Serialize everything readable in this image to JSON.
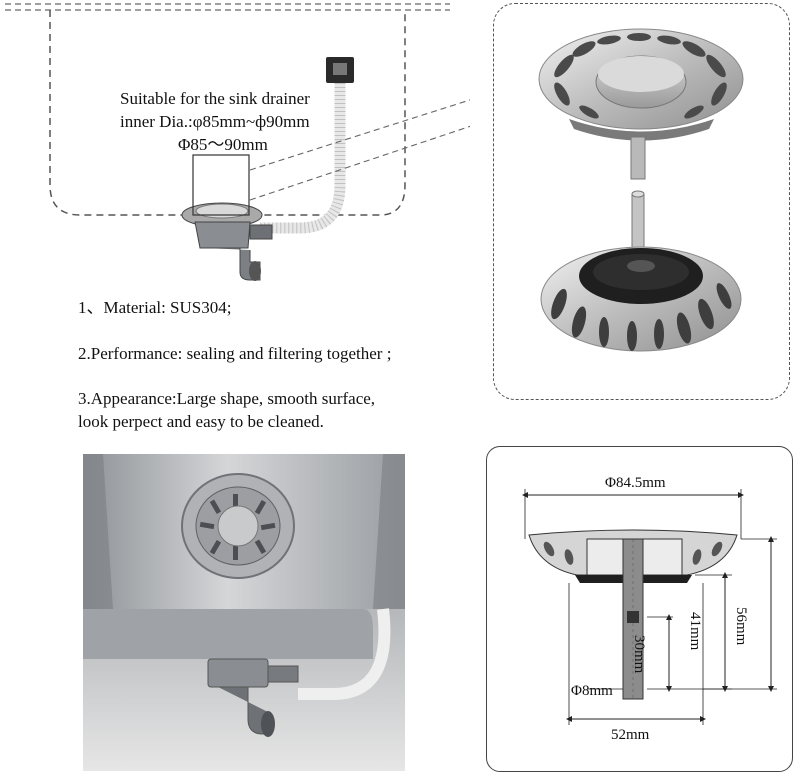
{
  "diagram": {
    "caption_line1": "Suitable for the sink drainer",
    "caption_line2": "inner Dia.:φ85mm~ф90mm",
    "caption_line3": "Φ85～90mm"
  },
  "features": {
    "item1": "1、Material: SUS304;",
    "item2": "2.Performance: sealing and filtering together ;",
    "item3_line1": "3.Appearance:Large shape, smooth surface,",
    "item3_line2": "look perpect and easy to be cleaned."
  },
  "dimensions": {
    "top_diameter": "Φ84.5mm",
    "total_height": "56mm",
    "body_height": "41mm",
    "stem_length": "30mm",
    "stem_diameter": "Φ8mm",
    "bottom_width": "52mm"
  },
  "colors": {
    "steel": "#c9c9c9",
    "dark": "#222222",
    "panel_border": "#555555"
  }
}
